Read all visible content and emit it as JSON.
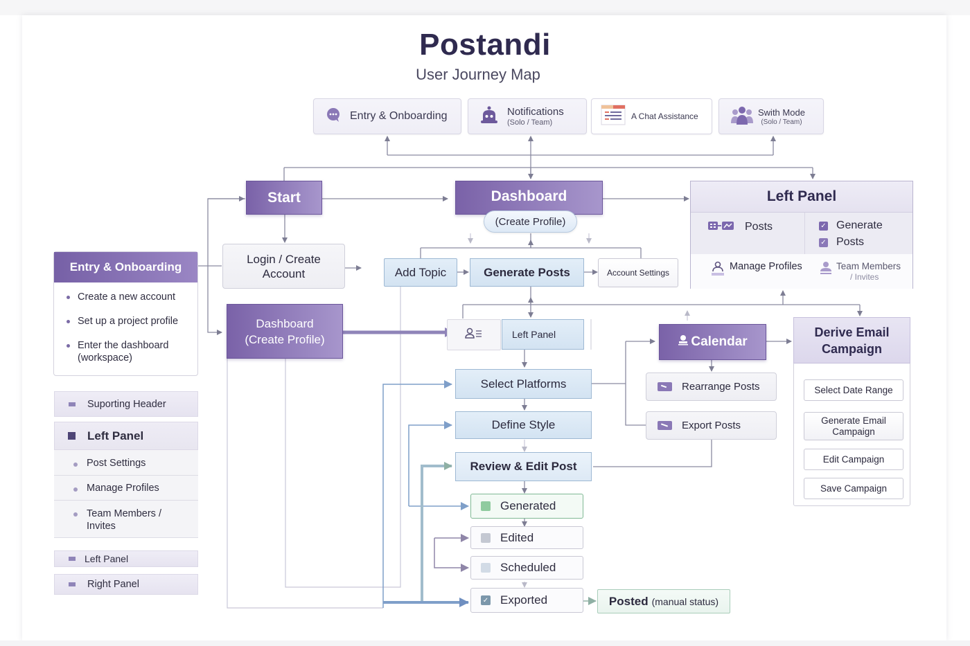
{
  "header": {
    "title": "Postandi",
    "subtitle": "User Journey Map"
  },
  "top_cards": [
    {
      "label": "Entry & Onboarding",
      "sub": "",
      "icon": "chat-bubble-icon"
    },
    {
      "label": "Notifications",
      "sub": "(Solo / Team)",
      "icon": "bell-robot-icon"
    },
    {
      "label": "A Chat Assistance",
      "sub": "",
      "icon": "document-list-icon"
    },
    {
      "label": "Swith Mode",
      "sub": "(Solo / Team)",
      "icon": "team-users-icon"
    }
  ],
  "nodes": {
    "start": "Start",
    "dashboard": "Dashboard",
    "dashboard_pill": "(Create Profile)",
    "login": "Login / Create Account",
    "dashboard2_line1": "Dashboard",
    "dashboard2_line2": "(Create Profile)",
    "add_topic": "Add Topic",
    "generate_posts": "Generate Posts",
    "account_settings": "Account Settings",
    "left_panel_small": "Left Panel",
    "select_platforms": "Select Platforms",
    "define_style": "Define Style",
    "review_edit": "Review & Edit Post",
    "calendar": "Calendar",
    "rearrange_posts": "Rearrange Posts",
    "export_posts": "Export Posts",
    "posted": "Posted",
    "posted_note": "(manual status)"
  },
  "left_panel_card": {
    "title": "Left Panel",
    "posts": "Posts",
    "generate_line1": "Generate",
    "generate_line2": "Posts",
    "manage_profiles": "Manage Profiles",
    "team_members": "Team Members",
    "team_invites": "/ Invites"
  },
  "email_campaign": {
    "title_line1": "Derive Email",
    "title_line2": "Campaign",
    "steps": [
      "Select Date Range",
      "Generate Email Campaign",
      "Edit Campaign",
      "Save Campaign"
    ]
  },
  "statuses": [
    {
      "label": "Generated",
      "color": "#8fcb9f"
    },
    {
      "label": "Edited",
      "color": "#c4c8d2"
    },
    {
      "label": "Scheduled",
      "color": "#d2dbe6"
    },
    {
      "label": "Exported",
      "color": "#7c97ab"
    }
  ],
  "entry_onboarding": {
    "title": "Entry & Onboarding",
    "items": [
      "Create a new account",
      "Set up a project profile",
      "Enter the dashboard (workspace)"
    ]
  },
  "legend": {
    "supporting_header": "Suporting Header",
    "left_panel": "Left Panel",
    "left_panel_items": [
      "Post Settings",
      "Manage Profiles",
      "Team Members / Invites"
    ],
    "left_panel_small": "Left Panel",
    "right_panel": "Right Panel"
  },
  "colors": {
    "primary_purple": "#7a62a8",
    "light_blue": "#d3e3f2",
    "arrow_gray": "#7d7d93",
    "arrow_blue": "#7f9fc9",
    "arrow_green": "#8fb0a4"
  }
}
